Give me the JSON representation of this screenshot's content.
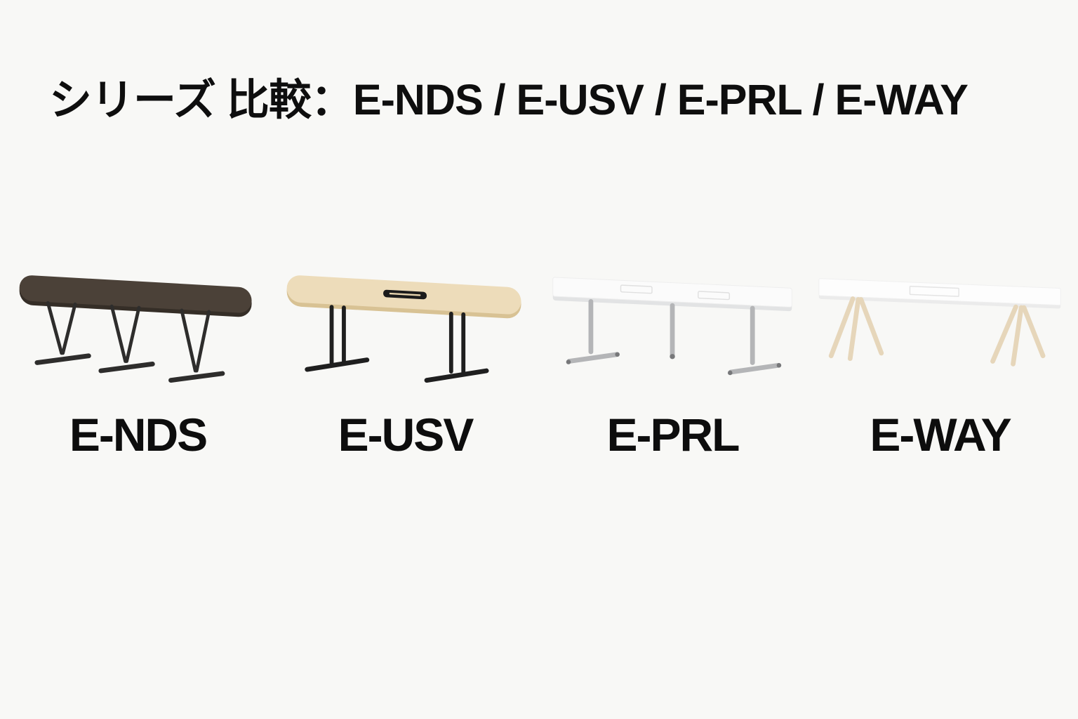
{
  "page": {
    "background_color": "#f8f8f6",
    "text_color": "#0e0e0e",
    "title": "シリーズ 比較：E-NDS / E-USV / E-PRL / E-WAY"
  },
  "products": [
    {
      "label": "E-NDS",
      "top_color": "#4b4138",
      "edge_color": "#352e27",
      "leg_color": "#2e2d2c"
    },
    {
      "label": "E-USV",
      "top_color": "#eddcba",
      "edge_color": "#d8c294",
      "leg_color": "#1f1f1f",
      "hatch_color": "#1b1b1b"
    },
    {
      "label": "E-PRL",
      "top_color": "#fbfbfb",
      "edge_color": "#e2e3e4",
      "leg_color": "#b4b5b7",
      "hatch_outline_color": "#e0e0e0"
    },
    {
      "label": "E-WAY",
      "top_color": "#fdfdfd",
      "edge_color": "#ebebeb",
      "leg_color": "#e6d6ba",
      "hatch_outline_color": "#e4e4e4"
    }
  ]
}
